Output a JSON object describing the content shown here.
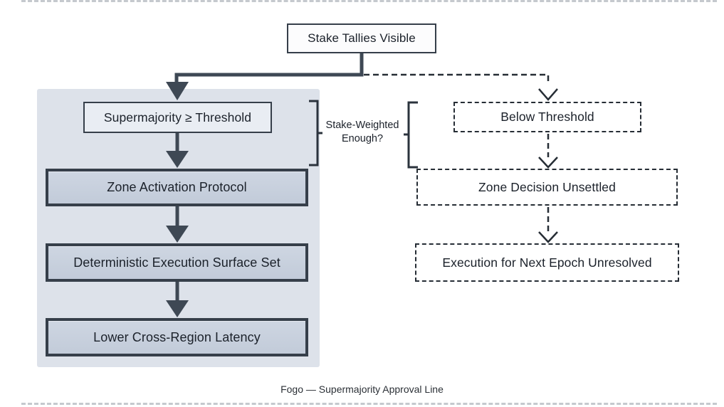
{
  "diagram": {
    "source_node": {
      "label": "Stake Tallies Visible"
    },
    "decision_label": "Stake-Weighted Enough?",
    "approved_branch": {
      "nodes": [
        {
          "label": "Supermajority ≥ Threshold"
        },
        {
          "label": "Zone Activation Protocol"
        },
        {
          "label": "Deterministic Execution Surface Set"
        },
        {
          "label": "Lower Cross-Region Latency"
        }
      ]
    },
    "rejected_branch": {
      "nodes": [
        {
          "label": "Below Threshold"
        },
        {
          "label": "Zone Decision Unsettled"
        },
        {
          "label": "Execution for Next Epoch Unresolved"
        }
      ]
    },
    "caption": "Fogo — Supermajority Approval Line",
    "colors": {
      "connector_solid": "#3e4854",
      "connector_dashed": "#262d35",
      "bracket": "#2b333d",
      "container_fill": "#dde2ea",
      "node_border": "#363f4a",
      "heavy_node_fill": "#c9d1de",
      "light_node_fill": "#e9edf3",
      "white_node_fill": "#fcfcfd"
    }
  }
}
